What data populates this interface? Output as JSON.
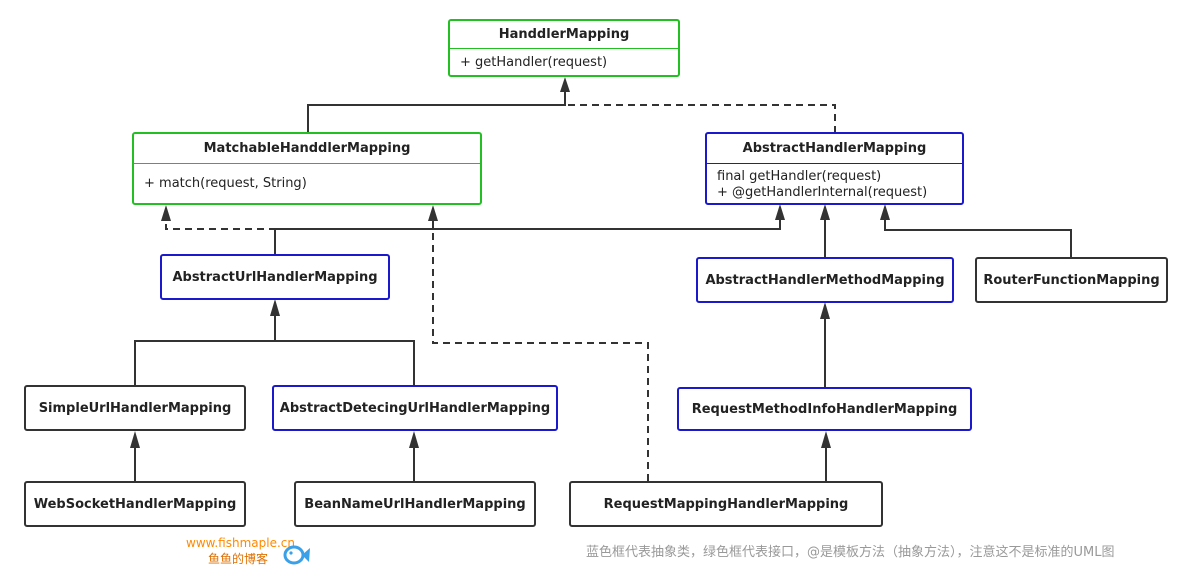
{
  "nodes": {
    "handdler_mapping": {
      "title": "HanddlerMapping",
      "methods": [
        "+ getHandler(request)"
      ]
    },
    "matchable": {
      "title": "MatchableHanddlerMapping",
      "methods": [
        "+ match(request, String)"
      ]
    },
    "abstract_handler": {
      "title": "AbstractHandlerMapping",
      "methods": [
        "final getHandler(request)",
        "+ @getHandlerInternal(request)"
      ]
    },
    "abstract_url": {
      "title": "AbstractUrlHandlerMapping"
    },
    "abstract_handler_method": {
      "title": "AbstractHandlerMethodMapping"
    },
    "router_function": {
      "title": "RouterFunctionMapping"
    },
    "simple_url": {
      "title": "SimpleUrlHandlerMapping"
    },
    "abstract_detecing": {
      "title": "AbstractDetecingUrlHandlerMapping"
    },
    "request_method_info": {
      "title": "RequestMethodInfoHandlerMapping"
    },
    "websocket": {
      "title": "WebSocketHandlerMapping"
    },
    "bean_name": {
      "title": "BeanNameUrlHandlerMapping"
    },
    "request_mapping": {
      "title": "RequestMappingHandlerMapping"
    }
  },
  "legend_note": "蓝色框代表抽象类，绿色框代表接口，@是模板方法（抽象方法），注意这不是标准的UML图",
  "brand": {
    "url": "www.fishmaple.cn",
    "name": "鱼鱼的博客"
  },
  "colors": {
    "interface_border": "#22c022",
    "abstract_border": "#1a1acc",
    "class_border": "#333333",
    "brand": "#ff8a00"
  }
}
